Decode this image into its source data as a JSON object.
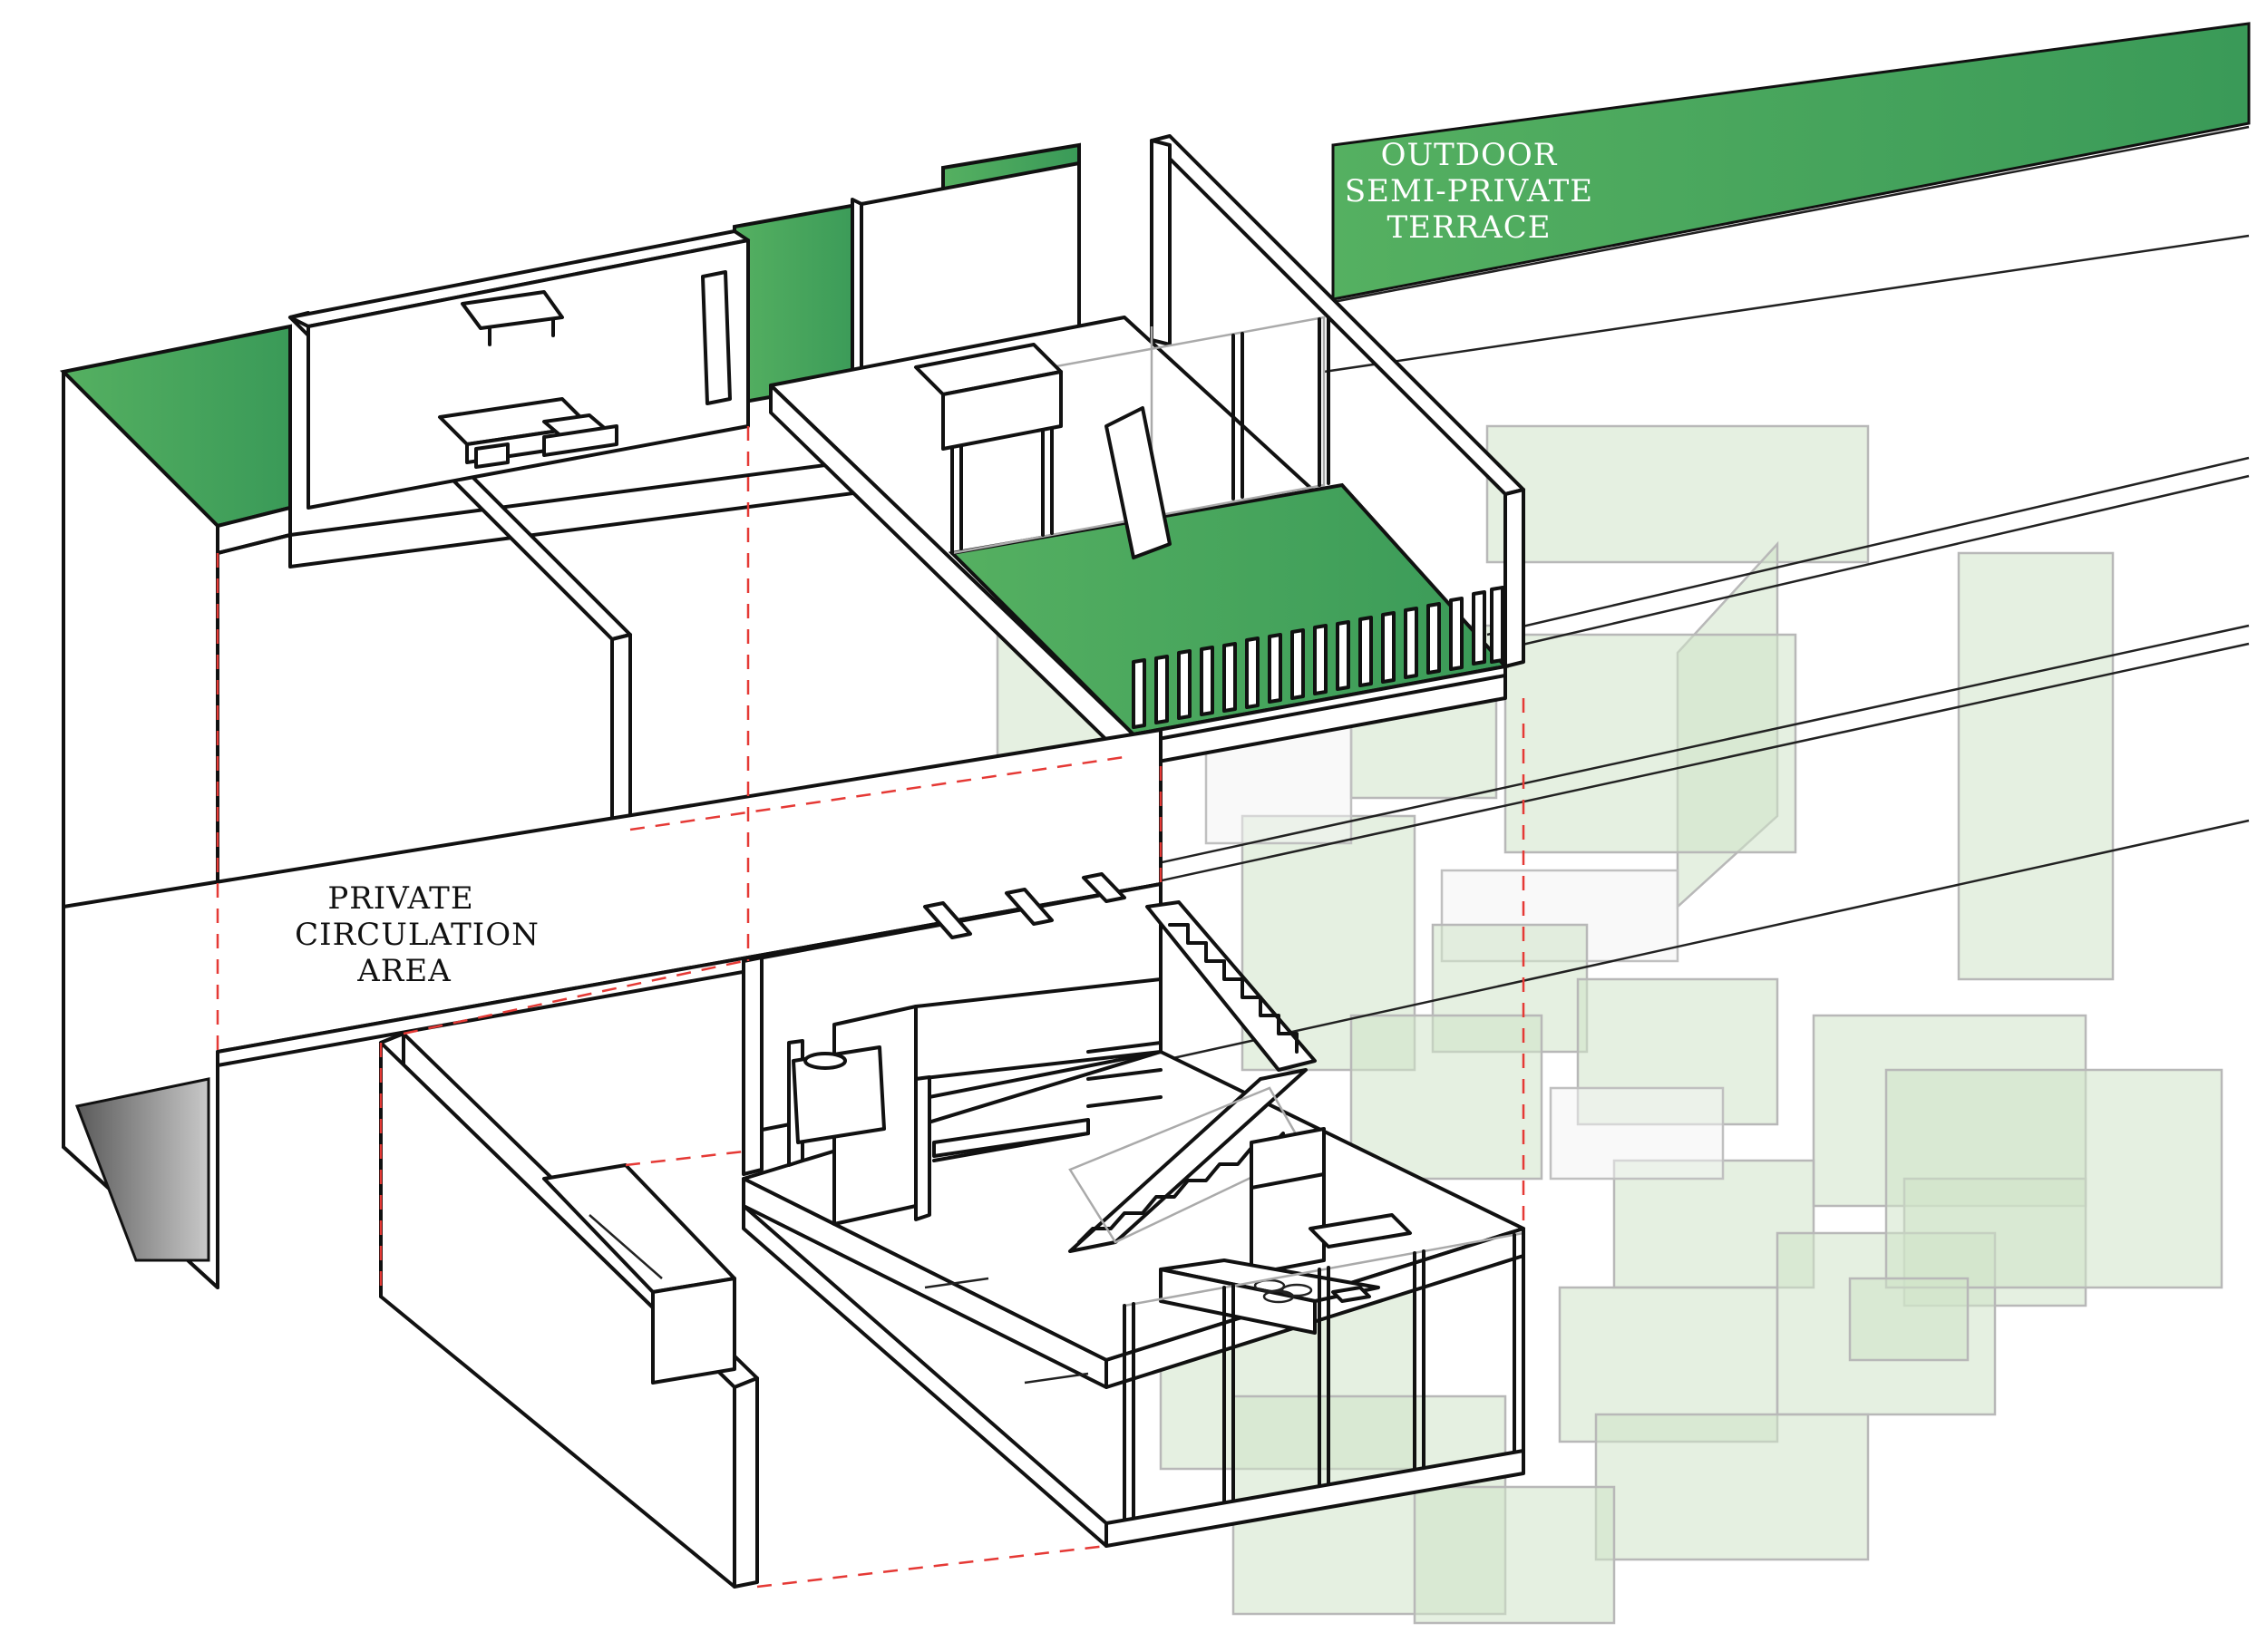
{
  "labels": {
    "terrace": [
      "OUTDOOR",
      "SEMI-PRIVATE",
      "TERRACE"
    ],
    "circulation": [
      "PRIVATE",
      "CIRCULATION",
      "AREA"
    ]
  },
  "colors": {
    "terrace_green": "#3a9a58",
    "terrace_green_light": "#55b061",
    "guide_line_red": "#e53935",
    "landscape_green": "#cfe3c8",
    "outline": "#111111"
  }
}
